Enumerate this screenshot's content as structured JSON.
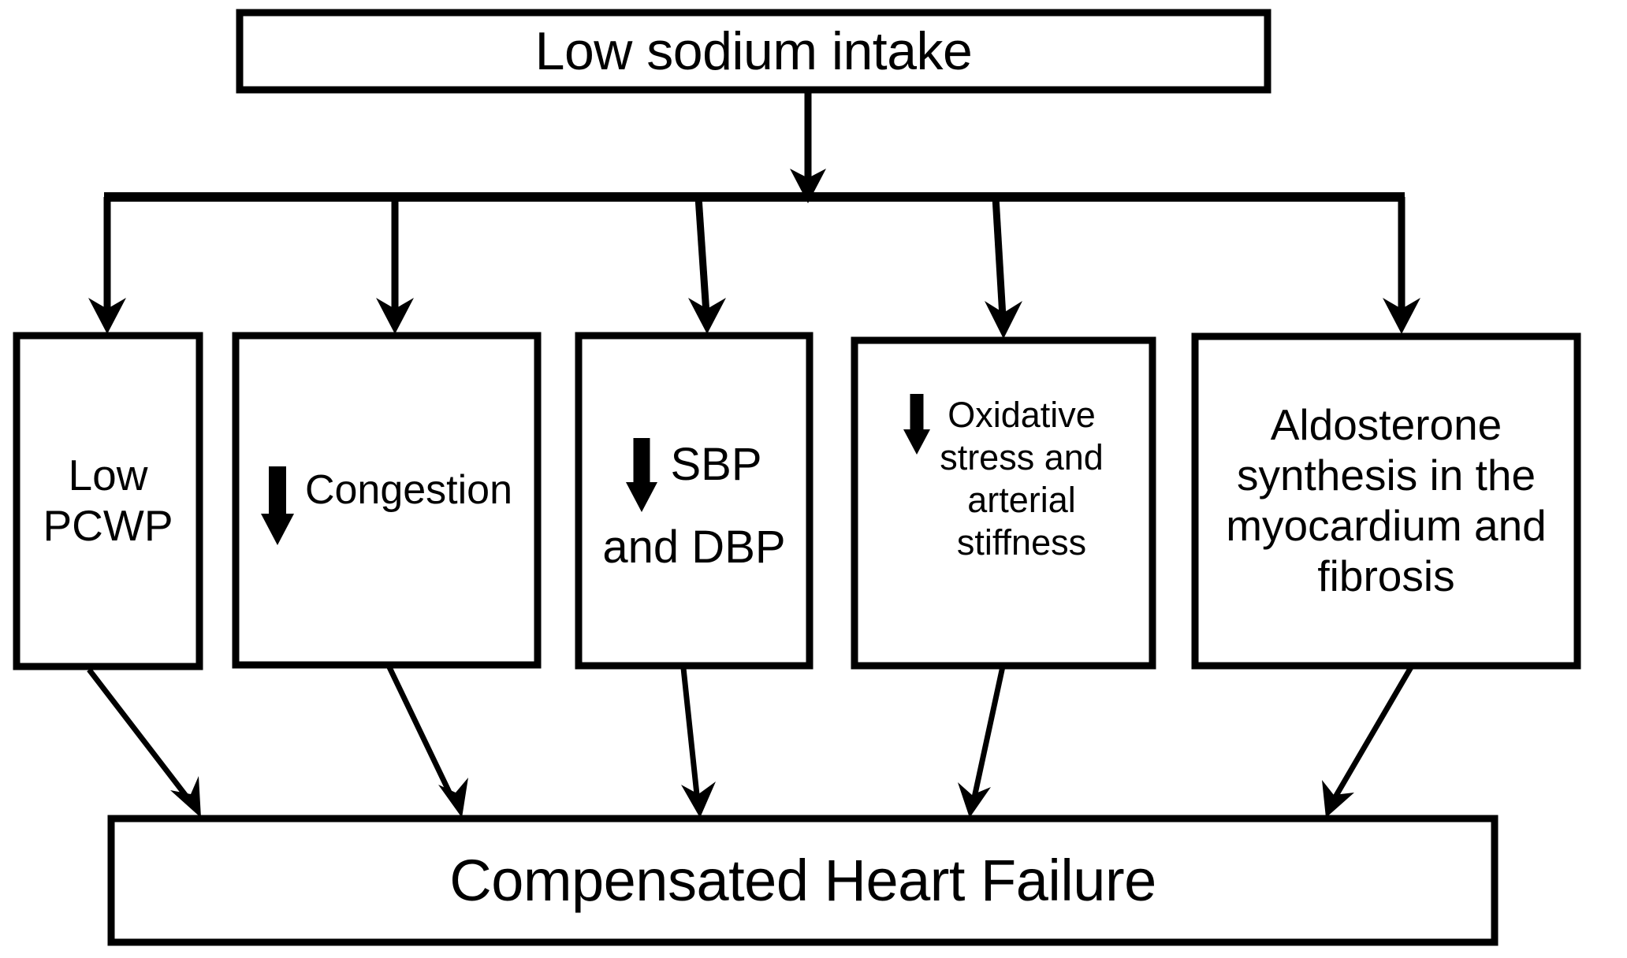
{
  "diagram": {
    "type": "flowchart",
    "orientation": "top-down",
    "background_color": "#ffffff",
    "line_color": "#000000",
    "title_node": {
      "id": "low-sodium-intake",
      "label": "Low sodium intake"
    },
    "middle_nodes": [
      {
        "id": "low-pcwp",
        "label": "Low\nPCWP",
        "icon": null
      },
      {
        "id": "congestion",
        "label": "Congestion",
        "icon": "down-arrow-icon"
      },
      {
        "id": "sbp-dbp",
        "label": "SBP\nand DBP",
        "icon": "down-arrow-icon"
      },
      {
        "id": "oxidative-stress",
        "label": "Oxidative\nstress and\narterial\nstiffness",
        "icon": "down-arrow-icon"
      },
      {
        "id": "aldosterone",
        "label": "Aldosterone\nsynthesis in the\nmyocardium and\nfibrosis",
        "icon": null
      }
    ],
    "outcome_node": {
      "id": "compensated-heart-failure",
      "label": "Compensated Heart Failure"
    },
    "edges": [
      {
        "from": "low-sodium-intake",
        "to": "distribution-bar"
      },
      {
        "from": "distribution-bar",
        "to": "low-pcwp"
      },
      {
        "from": "distribution-bar",
        "to": "congestion"
      },
      {
        "from": "distribution-bar",
        "to": "sbp-dbp"
      },
      {
        "from": "distribution-bar",
        "to": "oxidative-stress"
      },
      {
        "from": "distribution-bar",
        "to": "aldosterone"
      },
      {
        "from": "low-pcwp",
        "to": "compensated-heart-failure"
      },
      {
        "from": "congestion",
        "to": "compensated-heart-failure"
      },
      {
        "from": "sbp-dbp",
        "to": "compensated-heart-failure"
      },
      {
        "from": "oxidative-stress",
        "to": "compensated-heart-failure"
      },
      {
        "from": "aldosterone",
        "to": "compensated-heart-failure"
      }
    ]
  }
}
